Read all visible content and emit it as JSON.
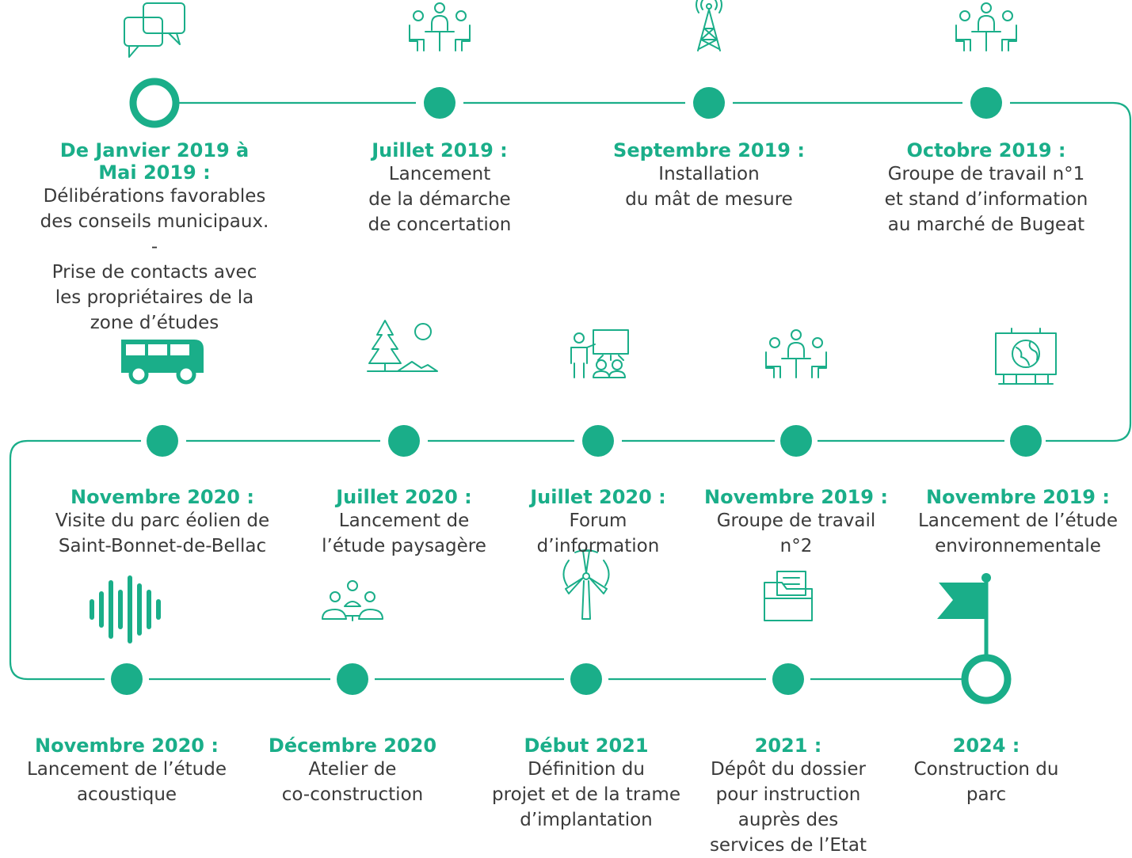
{
  "accent_color": "#1aae89",
  "text_color": "#3a3a3a",
  "events": [
    {
      "date": "De Janvier 2019 à\nMai 2019 :",
      "desc": "Délibérations favorables\ndes conseils municipaux.\n-\nPrise de contacts avec\nles propriétaires de la\nzone d’études",
      "icon": "chat-bubbles-icon",
      "node": "ring"
    },
    {
      "date": "Juillet 2019 :",
      "desc": "Lancement\nde la démarche\nde concertation",
      "icon": "meeting-icon",
      "node": "dot"
    },
    {
      "date": "Septembre 2019 :",
      "desc": "Installation\ndu mât de mesure",
      "icon": "antenna-tower-icon",
      "node": "dot"
    },
    {
      "date": "Octobre 2019 :",
      "desc": "Groupe de travail n°1\net stand d’information\nau marché de Bugeat",
      "icon": "meeting-icon",
      "node": "dot"
    },
    {
      "date": "Novembre 2019 :",
      "desc": "Lancement de l’étude\nenvironnementale",
      "icon": "globe-board-icon",
      "node": "dot"
    },
    {
      "date": "Novembre 2019 :",
      "desc": "Groupe de travail\nn°2",
      "icon": "meeting-icon",
      "node": "dot"
    },
    {
      "date": "Juillet 2020 :",
      "desc": "Forum\nd’information",
      "icon": "presentation-icon",
      "node": "dot"
    },
    {
      "date": "Juillet 2020 :",
      "desc": "Lancement de\nl’étude paysagère",
      "icon": "landscape-icon",
      "node": "dot"
    },
    {
      "date": "Novembre 2020 :",
      "desc": "Visite du parc éolien de\nSaint-Bonnet-de-Bellac",
      "icon": "bus-icon",
      "node": "dot"
    },
    {
      "date": "Novembre 2020 :",
      "desc": "Lancement de l’étude\nacoustique",
      "icon": "sound-wave-icon",
      "node": "dot"
    },
    {
      "date": "Décembre 2020",
      "desc": "Atelier de\nco-construction",
      "icon": "group-icon",
      "node": "dot"
    },
    {
      "date": "Début 2021",
      "desc": "Définition du\nprojet et de la trame\nd’implantation",
      "icon": "wind-turbine-icon",
      "node": "dot"
    },
    {
      "date": "2021 :",
      "desc": "Dépôt du dossier\npour instruction\nauprès des\nservices de l’Etat",
      "icon": "folder-icon",
      "node": "dot"
    },
    {
      "date": "2024 :",
      "desc": "Construction du\nparc",
      "icon": "flag-icon",
      "node": "ring"
    }
  ]
}
